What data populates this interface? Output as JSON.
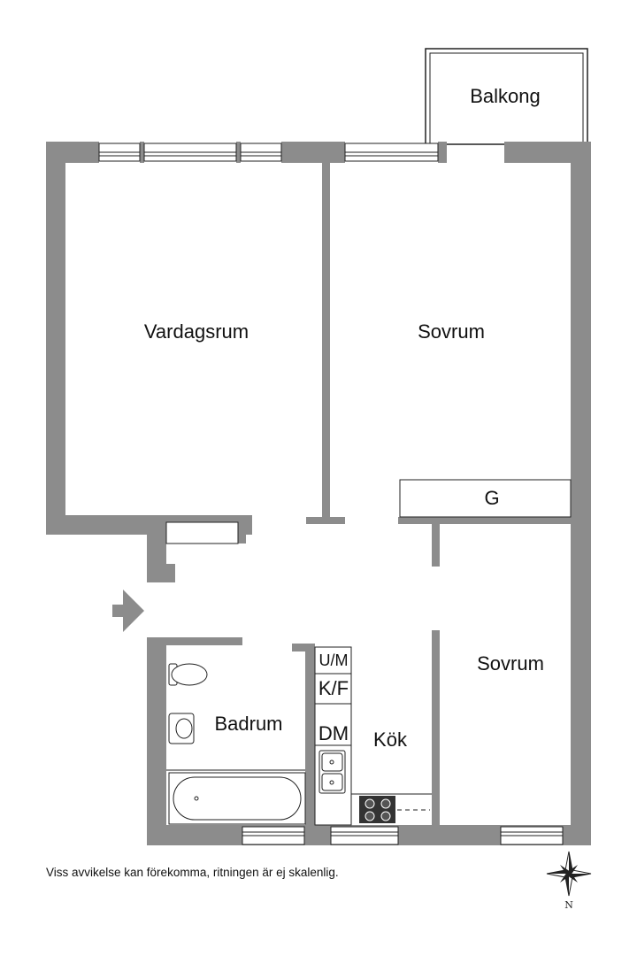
{
  "rooms": {
    "balcony": "Balkong",
    "living_room": "Vardagsrum",
    "bedroom_1": "Sovrum",
    "bedroom_2": "Sovrum",
    "bathroom": "Badrum",
    "kitchen": "Kök",
    "closet": "G"
  },
  "fixtures": {
    "washer_dryer": "U/M",
    "fridge_freezer": "K/F",
    "dishwasher": "DM"
  },
  "compass": {
    "north": "N"
  },
  "disclaimer": "Viss avvikelse kan förekomma, ritningen är ej skalenlig.",
  "colors": {
    "wall": "#8c8c8c",
    "line": "#222222",
    "background": "#ffffff"
  }
}
